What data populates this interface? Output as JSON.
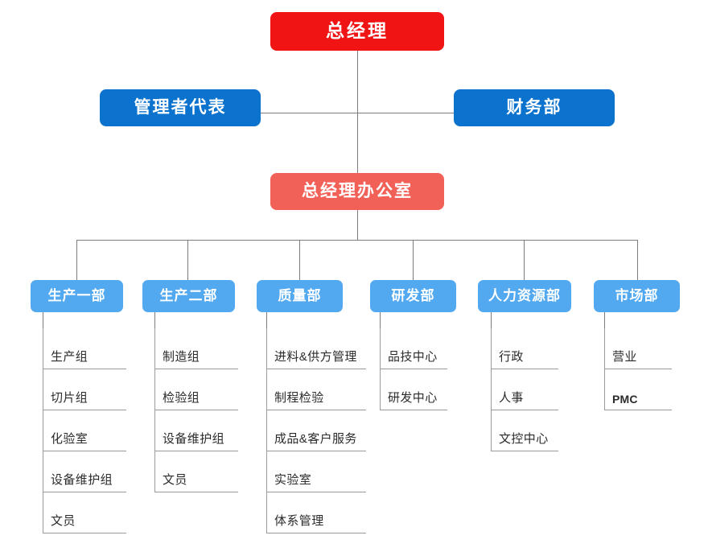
{
  "chart": {
    "type": "org-chart",
    "title": "",
    "colors": {
      "gm": "#F01414",
      "staff": "#0B72CE",
      "office": "#F26157",
      "department": "#52A9F0",
      "connector": "#7C7C7C",
      "subitem_text": "#2B2B2B",
      "background": "#FFFFFF"
    },
    "root": {
      "label": "总经理"
    },
    "staff": [
      {
        "label": "管理者代表",
        "side": "left"
      },
      {
        "label": "财务部",
        "side": "right"
      }
    ],
    "office": {
      "label": "总经理办公室"
    },
    "departments": [
      {
        "label": "生产一部",
        "items": [
          "生产组",
          "切片组",
          "化验室",
          "设备维护组",
          "文员"
        ]
      },
      {
        "label": "生产二部",
        "items": [
          "制造组",
          "检验组",
          "设备维护组",
          "文员"
        ]
      },
      {
        "label": "质量部",
        "items": [
          "进料&供方管理",
          "制程检验",
          "成品&客户服务",
          "实验室",
          "体系管理"
        ]
      },
      {
        "label": "研发部",
        "items": [
          "品技中心",
          "研发中心"
        ]
      },
      {
        "label": "人力资源部",
        "items": [
          "行政",
          "人事",
          "文控中心"
        ]
      },
      {
        "label": "市场部",
        "items": [
          "营业",
          "PMC"
        ]
      }
    ]
  }
}
